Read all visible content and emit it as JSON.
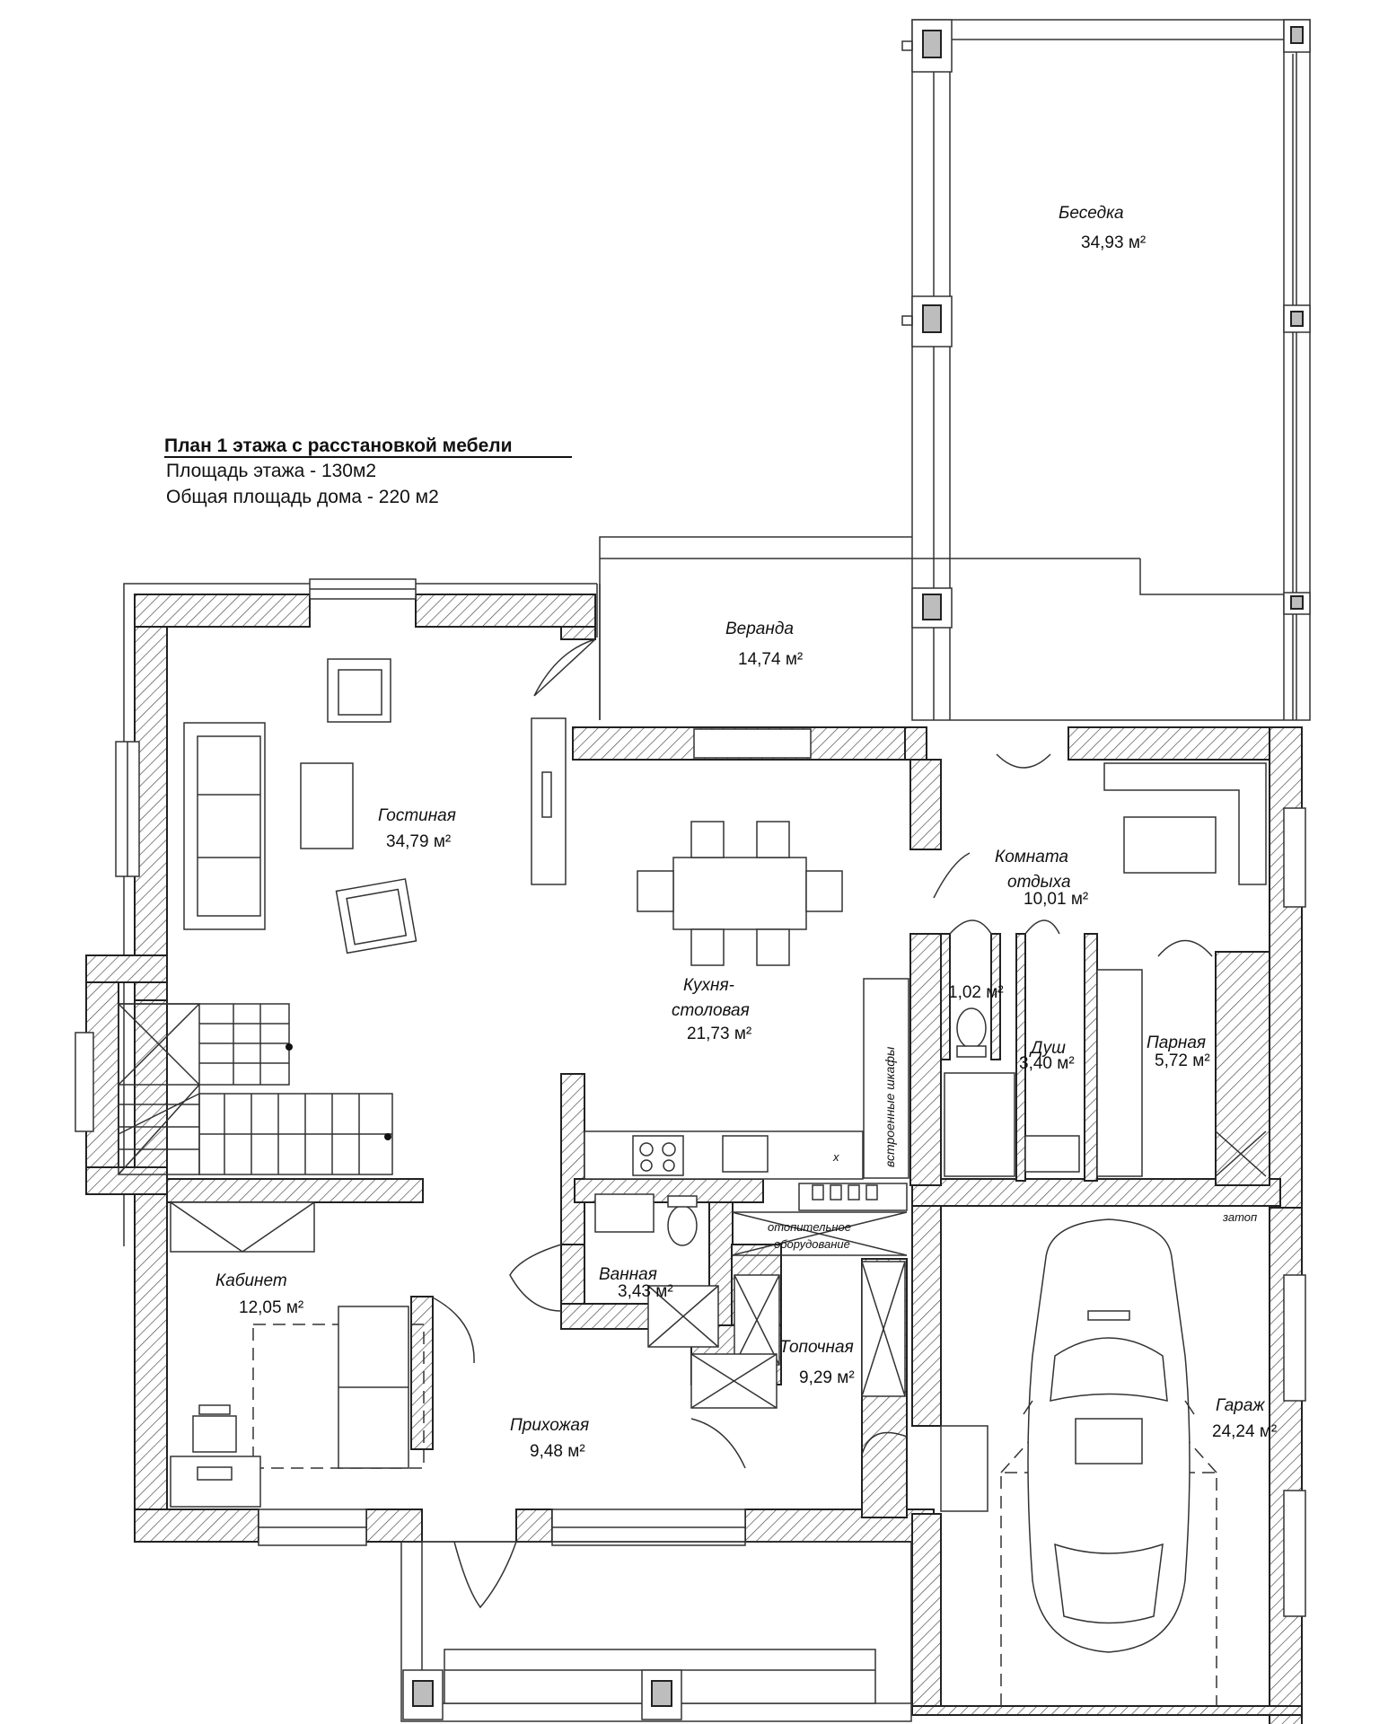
{
  "header": {
    "title": "План 1 этажа с расстановкой мебели",
    "floor_area": "Площадь этажа - 130м2",
    "total_area": "Общая площадь дома - 220 м2"
  },
  "rooms": {
    "besedka": {
      "name": "Беседка",
      "area": "34,93 м²"
    },
    "veranda": {
      "name": "Веранда",
      "area": "14,74 м²"
    },
    "gostinaya": {
      "name": "Гостиная",
      "area": "34,79 м²"
    },
    "komnata": {
      "name_line1": "Комната",
      "name_line2": "отдыха",
      "area": "10,01 м²"
    },
    "kuhnya": {
      "name_line1": "Кухня-",
      "name_line2": "столовая",
      "area": "21,73 м²"
    },
    "wc": {
      "area": "1,02 м²"
    },
    "dush": {
      "name": "Душ",
      "area": "3,40 м²"
    },
    "parnaya": {
      "name": "Парная",
      "area": "5,72 м²"
    },
    "kabinet": {
      "name": "Кабинет",
      "area": "12,05 м²"
    },
    "vannaya": {
      "name": "Ванная",
      "area": "3,43 м²"
    },
    "topochnaya": {
      "name": "Топочная",
      "area": "9,29 м²"
    },
    "prihozhaya": {
      "name": "Прихожая",
      "area": "9,48 м²"
    },
    "garazh": {
      "name": "Гараж",
      "area": "24,24 м²"
    }
  },
  "labels": {
    "shkafy": "встроенные шкафы",
    "oborudovanie_line1": "отопительное",
    "oborudovanie_line2": "оборудование",
    "zatop": "затоп"
  }
}
